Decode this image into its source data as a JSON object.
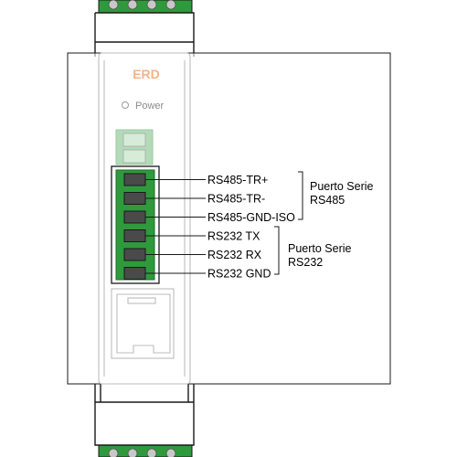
{
  "device": {
    "brand": "ERD",
    "led_label": "Power",
    "colors": {
      "brand": "#f3b489",
      "led_text": "#8a8a8a",
      "terminal_green": "#2e9a3c",
      "terminal_green_faded": "#b3dab8",
      "housing_line": "#1a1a1a"
    }
  },
  "pins": [
    "RS485-TR+",
    "RS485-TR-",
    "RS485-GND-ISO",
    "RS232 TX",
    "RS232 RX",
    "RS232 GND"
  ],
  "groups": [
    {
      "line1": "Puerto Serie",
      "line2": "RS485"
    },
    {
      "line1": "Puerto Serie",
      "line2": "RS232"
    }
  ]
}
